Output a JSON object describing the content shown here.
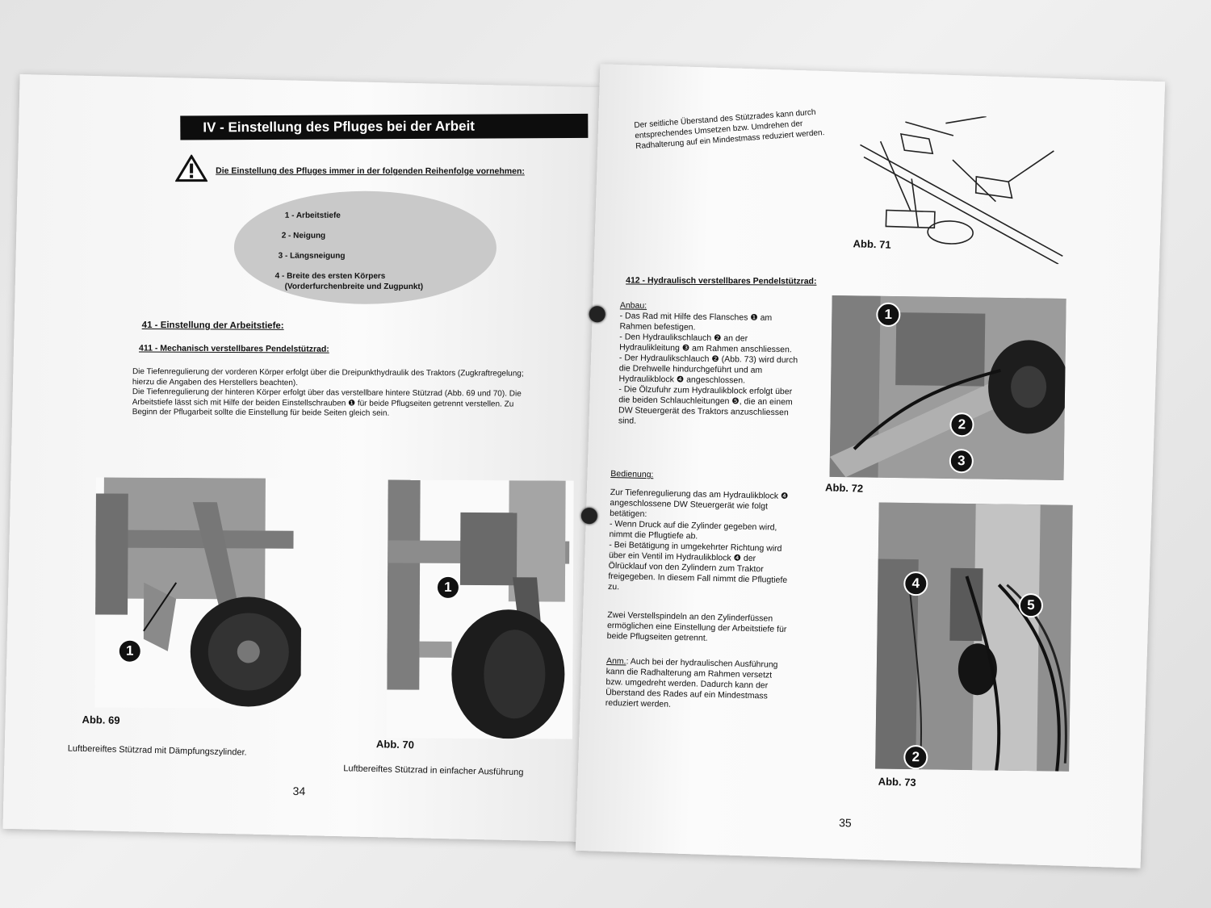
{
  "left_page": {
    "section_title": "IV - Einstellung des Pfluges bei der Arbeit",
    "warning_text": "Die Einstellung des Pfluges immer in der folgenden Reihenfolge vornehmen:",
    "oval_items": [
      "1 - Arbeitstiefe",
      "2 - Neigung",
      "3 - Längsneigung",
      "4 - Breite des ersten Körpers",
      "(Vorderfurchenbreite und Zugpunkt)"
    ],
    "heading_41": "41 - Einstellung der Arbeitstiefe:",
    "heading_411": "411 - Mechanisch verstellbares Pendelstützrad:",
    "paragraph_lines": [
      "Die Tiefenregulierung der vorderen Körper erfolgt über die Dreipunkthydraulik des Traktors (Zugkraftregelung;",
      "hierzu die Angaben des Herstellers beachten).",
      "Die Tiefenregulierung der hinteren Körper erfolgt über das verstellbare hintere Stützrad (Abb. 69 und 70). Die",
      "Arbeitstiefe lässt sich mit Hilfe der beiden Einstellschrauben ❶ für beide Pflugseiten getrennt verstellen. Zu",
      "Beginn der Pflugarbeit sollte die Einstellung für beide Seiten gleich sein."
    ],
    "fig69": {
      "caption": "Abb. 69",
      "subcaption": "Luftbereiftes Stützrad mit Dämpfungszylinder.",
      "callout": "1"
    },
    "fig70": {
      "caption": "Abb. 70",
      "subcaption": "Luftbereiftes Stützrad in einfacher Ausführung",
      "callout": "1"
    },
    "page_number": "34"
  },
  "right_page": {
    "intro_lines": [
      "Der seitliche Überstand des Stützrades kann durch",
      "entsprechendes Umsetzen bzw. Umdrehen der",
      "Radhalterung auf ein Mindestmass reduziert werden."
    ],
    "fig71": {
      "caption": "Abb. 71"
    },
    "heading_412": "412 - Hydraulisch verstellbares Pendelstützrad:",
    "anbau_label": "Anbau:",
    "anbau_lines": [
      "- Das Rad mit Hilfe des Flansches ❶ am",
      "Rahmen befestigen.",
      "- Den Hydraulikschlauch ❷ an der",
      "Hydraulikleitung ❸ am Rahmen anschliessen.",
      "- Der Hydraulikschlauch ❷ (Abb. 73) wird durch",
      "die Drehwelle hindurchgeführt und am",
      "Hydraulikblock ❹ angeschlossen.",
      "- Die Ölzufuhr zum Hydraulikblock erfolgt über",
      "die beiden Schlauchleitungen ❺, die an einem",
      "DW Steuergerät des Traktors anzuschliessen",
      "sind."
    ],
    "bedienung_label": "Bedienung:",
    "bedienung_lines": [
      "Zur Tiefenregulierung das am Hydraulikblock ❹",
      "angeschlossene DW Steuergerät wie folgt",
      "betätigen:",
      "- Wenn Druck auf die Zylinder gegeben wird,",
      "nimmt die Pflugtiefe ab.",
      "- Bei Betätigung in umgekehrter Richtung wird",
      "über ein Ventil im Hydraulikblock ❹ der",
      "Ölrücklauf von den Zylindern zum Traktor",
      "freigegeben. In diesem Fall nimmt die Pflugtiefe",
      "zu."
    ],
    "spindle_lines": [
      "Zwei Verstellspindeln an den Zylinderfüssen",
      "ermöglichen eine Einstellung der Arbeitstiefe für",
      "beide Pflugseiten getrennt."
    ],
    "anm_label": "Anm.",
    "anm_lines": [
      ": Auch bei der hydraulischen Ausführung",
      "kann die Radhalterung am Rahmen versetzt",
      "bzw. umgedreht werden. Dadurch kann der",
      "Überstand des Rades auf ein Mindestmass",
      "reduziert werden."
    ],
    "fig72": {
      "caption": "Abb. 72",
      "callouts": [
        "1",
        "2",
        "3"
      ]
    },
    "fig73": {
      "caption": "Abb. 73",
      "callouts": [
        "4",
        "5",
        "2"
      ]
    },
    "page_number": "35"
  }
}
